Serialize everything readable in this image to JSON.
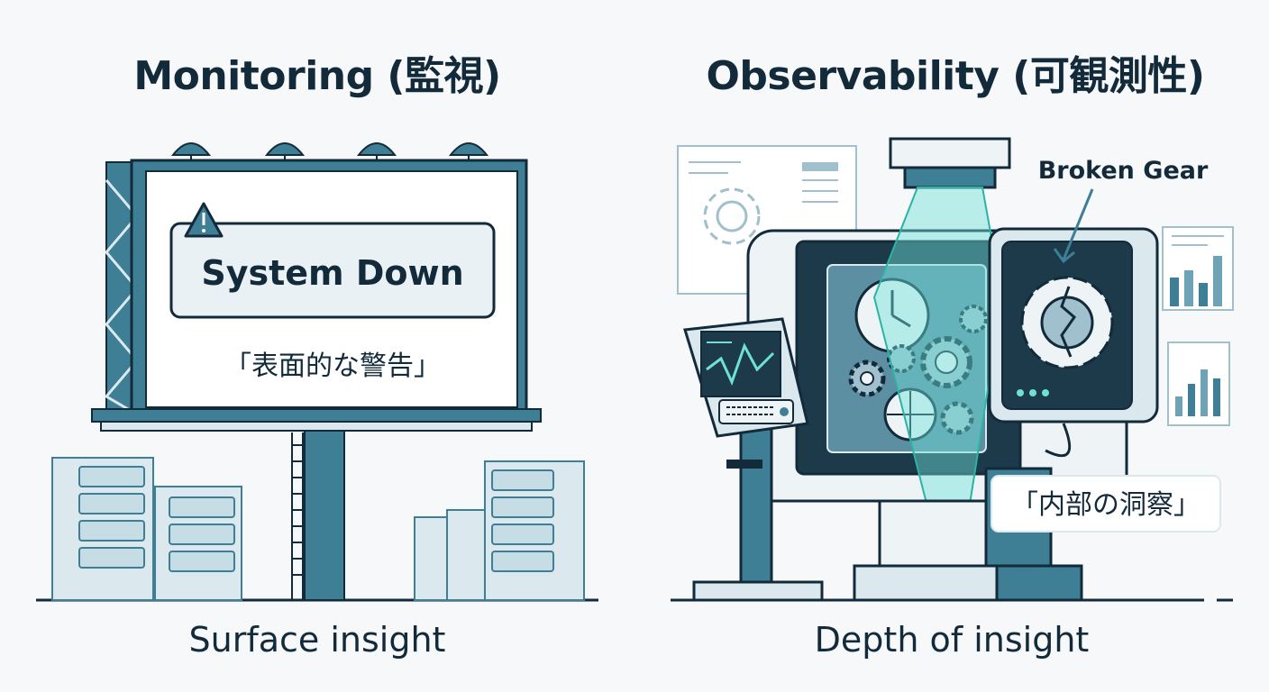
{
  "left_panel": {
    "title": "Monitoring (監視)",
    "alert_text": "System Down",
    "alert_subtext": "「表面的な警告」",
    "caption": "Surface insight"
  },
  "right_panel": {
    "title": "Observability (可観測性)",
    "callout_label": "Broken Gear",
    "insight_label": "「内部の洞察」",
    "caption": "Depth of insight"
  },
  "colors": {
    "ink": "#122a3a",
    "steel_blue": "#3f7f96",
    "light_blue": "#dbe9ef",
    "teal_beam": "#6fe0d6",
    "dark_panel": "#1d3a4a",
    "background": "#f6f8f9"
  },
  "icons": [
    "warning-icon",
    "gear-icon",
    "broken-gear-icon",
    "clock-icon",
    "spotlight-icon",
    "server-rack-icon",
    "bar-chart-icon",
    "monitor-icon",
    "keyboard-icon"
  ]
}
